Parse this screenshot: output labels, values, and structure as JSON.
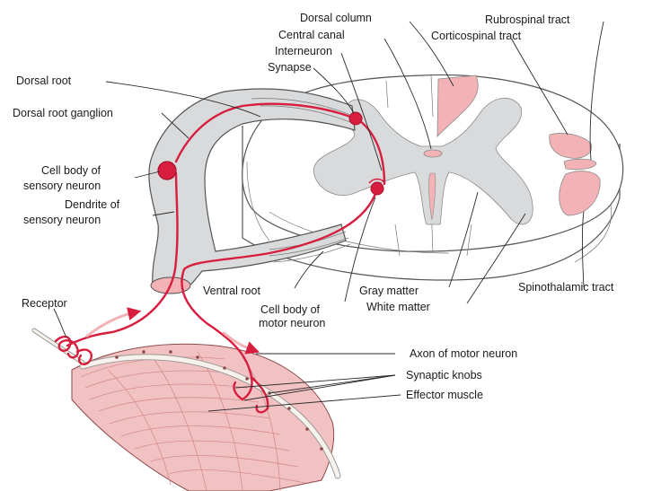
{
  "colors": {
    "nerve": "#d81e3f",
    "nerve_dark": "#a8102c",
    "gray_matter": "#d9dadb",
    "tract_fill": "#f3b3b6",
    "muscle_fill": "#f2c2c2",
    "muscle_stripe": "#d48c8c",
    "outline": "#555555",
    "background": "#ffffff"
  },
  "labels": {
    "dorsal_column": "Dorsal column",
    "central_canal": "Central canal",
    "interneuron": "Interneuron",
    "synapse": "Synapse",
    "dorsal_root": "Dorsal root",
    "dorsal_root_ganglion": "Dorsal root ganglion",
    "cell_body_sensory_1": "Cell body of",
    "cell_body_sensory_2": "sensory neuron",
    "dendrite_1": "Dendrite of",
    "dendrite_2": "sensory neuron",
    "rubrospinal_tract": "Rubrospinal tract",
    "corticospinal_tract": "Corticospinal tract",
    "spinothalamic_tract": "Spinothalamic tract",
    "receptor": "Receptor",
    "ventral_root": "Ventral root",
    "cell_body_motor_1": "Cell body of",
    "cell_body_motor_2": "motor neuron",
    "gray_matter": "Gray matter",
    "white_matter": "White matter",
    "axon_motor": "Axon of motor neuron",
    "synaptic_knobs": "Synaptic knobs",
    "effector_muscle": "Effector muscle"
  }
}
